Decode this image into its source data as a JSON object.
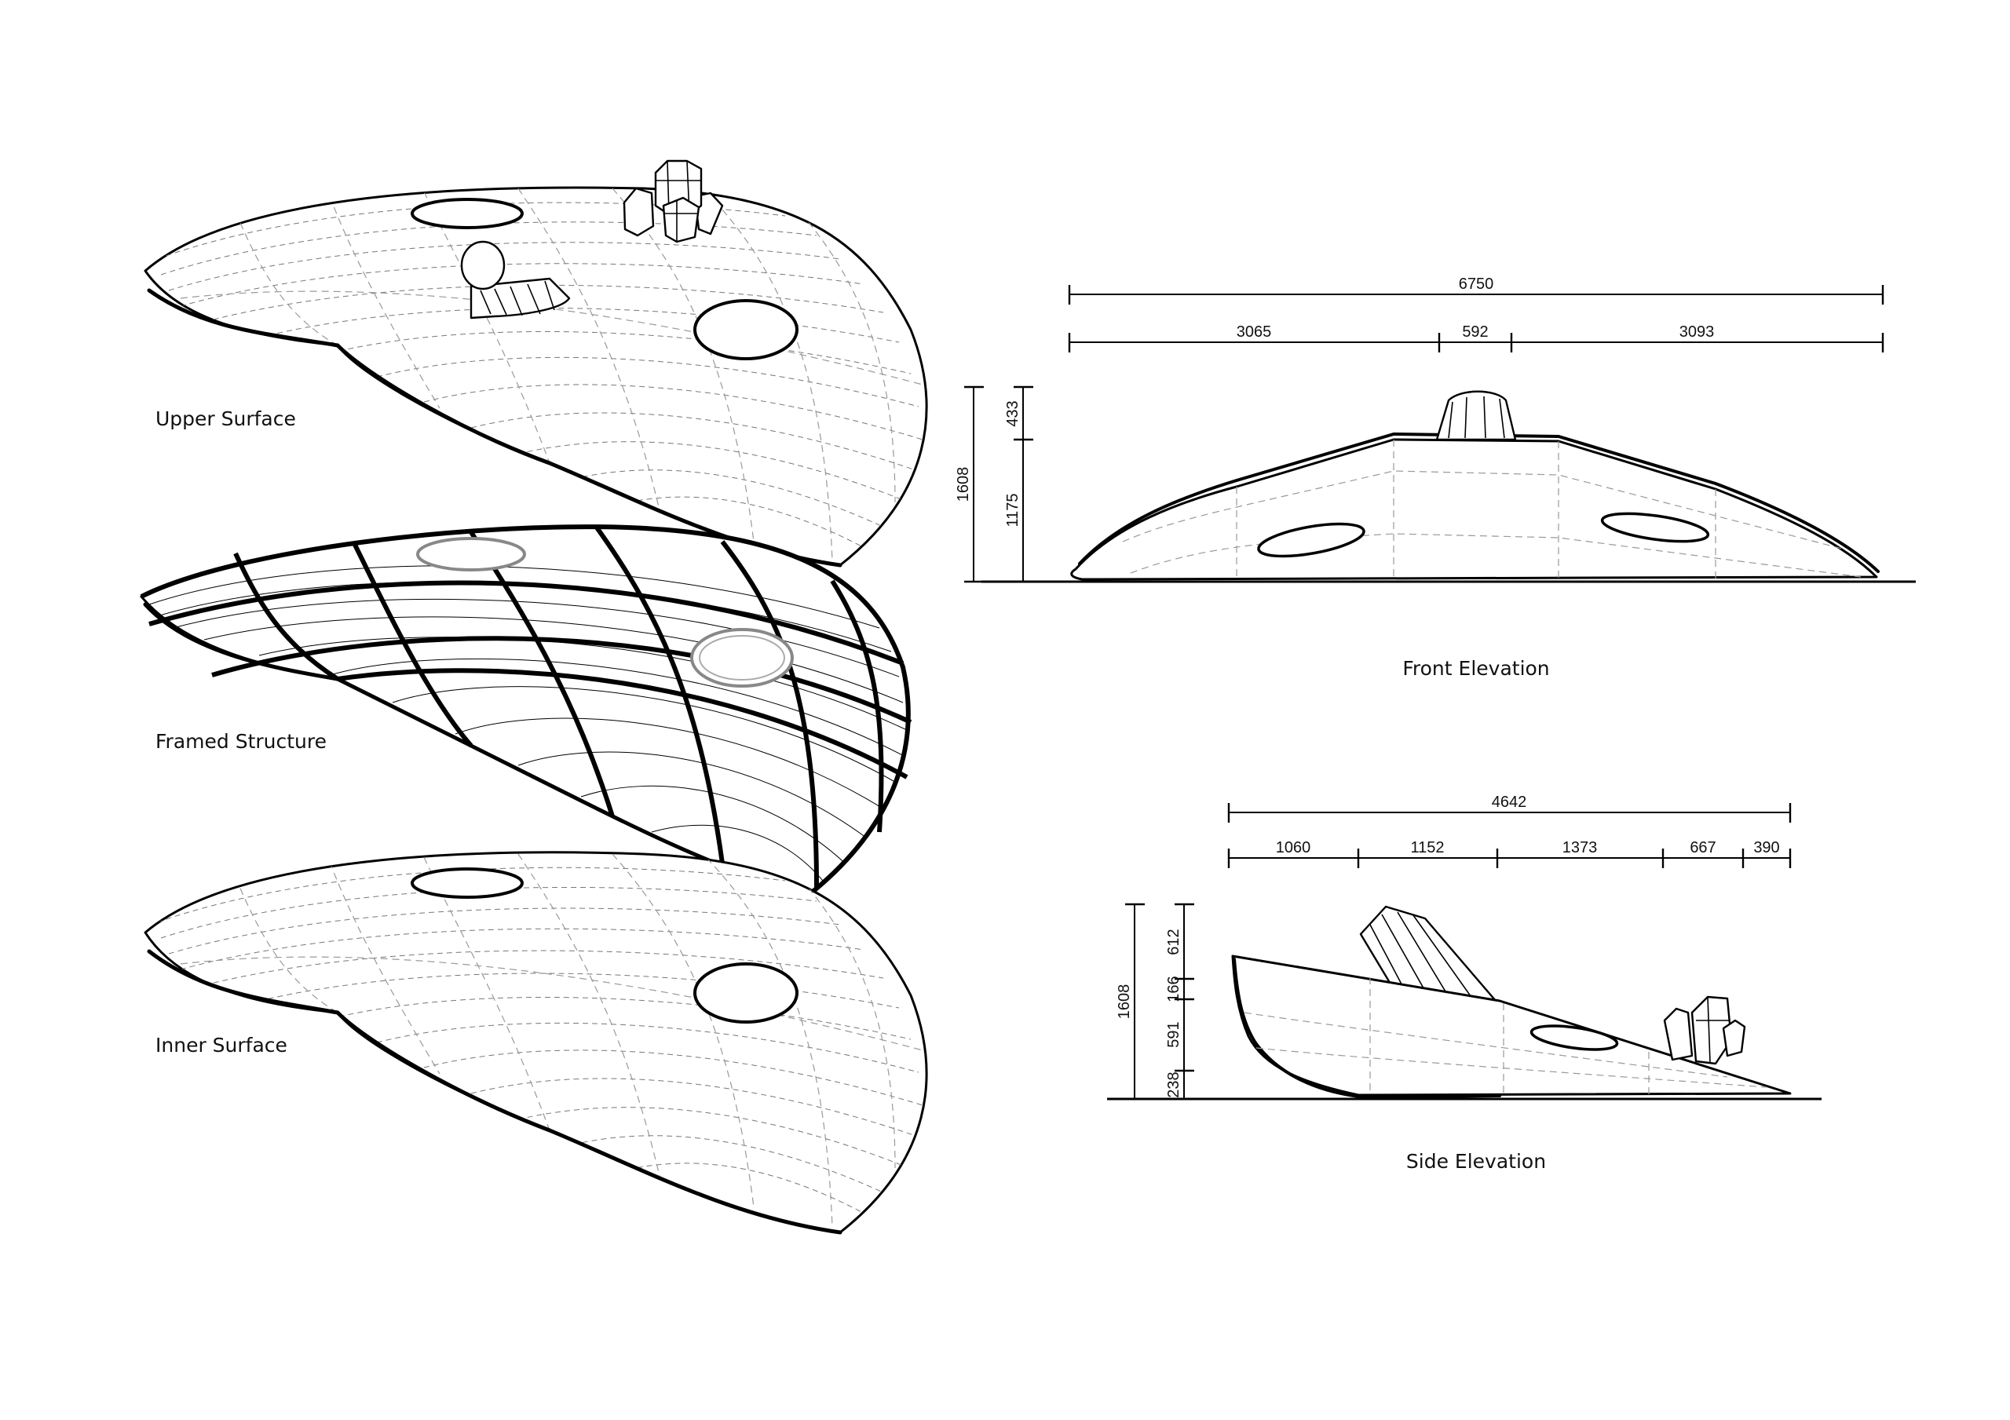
{
  "labels": {
    "upper_surface": "Upper Surface",
    "framed_structure": "Framed Structure",
    "inner_surface": "Inner Surface",
    "front_elevation": "Front Elevation",
    "side_elevation": "Side Elevation"
  },
  "front_dimensions": {
    "overall_width": "6750",
    "segments": [
      "3065",
      "592",
      "3093"
    ],
    "overall_height": "1608",
    "height_segments": [
      "433",
      "1175"
    ]
  },
  "side_dimensions": {
    "overall_width": "4642",
    "segments": [
      "1060",
      "1152",
      "1373",
      "667",
      "390"
    ],
    "overall_height": "1608",
    "height_segments": [
      "612",
      "166",
      "591",
      "238"
    ]
  }
}
